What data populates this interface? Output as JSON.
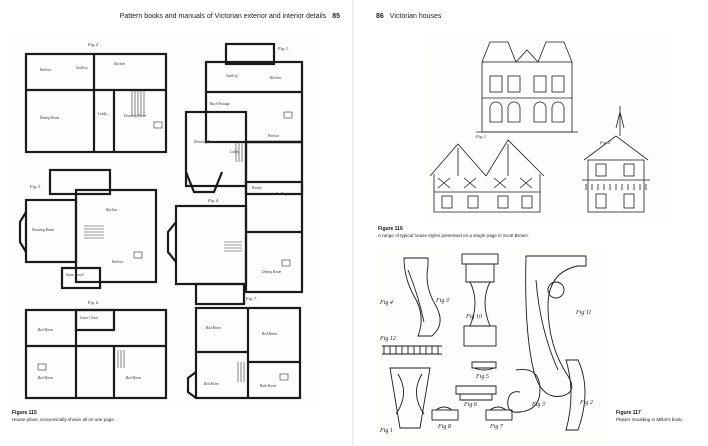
{
  "left_page": {
    "header_title": "Pattern books and manuals of Victorian exterior and interior details",
    "page_number": "85",
    "plan_fig_tags": [
      "Fig. 2.",
      "Fig. 1.",
      "Fig. 3.",
      "Fig. 4.",
      "Fig. 6.",
      "Fig. 7."
    ],
    "rooms": {
      "parlour_a": "Parlour",
      "scullery_a": "Scullery",
      "kitchen_a": "Kitchen",
      "lobby_a": "Lobby",
      "drawing_a": "Drawing Room",
      "dining_a": "Dining Room",
      "scullery_b": "Scullery",
      "kitchen_b": "Kitchen",
      "back_passage": "Back Passage",
      "parlour_b": "Parlour",
      "drawing_b": "Drawing Room",
      "lobby_b": "Lobby",
      "drawing_c": "Drawing Room",
      "kitchen_c": "Kitchen",
      "parlour_c": "Parlour",
      "dining_c": "Dining Room",
      "pantry": "Pantry",
      "scullery_c": "Scullery",
      "stone_porch": "Stone Porch",
      "bed_a": "Bed Room",
      "bed_b": "Bed Room",
      "bed_c": "Bed Room",
      "bed_d": "Bed Room",
      "bed_e": "Bed Room",
      "bed_f": "Bed Room",
      "bath": "Bath Room",
      "linen": "Linen Closet"
    },
    "figure_label": "Figure 115",
    "figure_caption": "House plans, economically shown all on one page."
  },
  "right_page": {
    "page_number": "86",
    "header_title": "Victorian houses",
    "elevation_tags": [
      "Fig. 1.",
      "Fig. 2."
    ],
    "figure_116_label": "Figure 116",
    "figure_116_caption": "A range of typical house styles presented on a single page in Scott Brown.",
    "moulding_tags": [
      "Fig 4",
      "Fig 3",
      "Fig 11",
      "Fig 12",
      "Fig 10",
      "Fig 5",
      "Fig 1",
      "Fig 6",
      "Fig 3",
      "Fig 2",
      "Fig 8",
      "Fig 7"
    ],
    "figure_117_label": "Figure 117",
    "figure_117_caption": "Plaster moulding in Millar's book."
  }
}
